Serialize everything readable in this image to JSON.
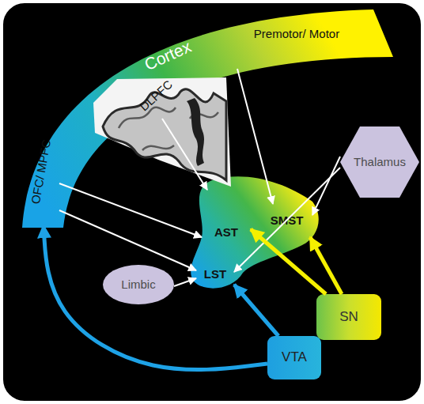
{
  "diagram": {
    "nodes": [
      {
        "text": [
          "Cortex"
        ]
      },
      {
        "text": [
          "OFC/ MPFC"
        ],
        "in": 0
      },
      {
        "text": [
          "DLPFC"
        ],
        "in": 0
      },
      {
        "text": [
          "Premotor/ Motor"
        ],
        "in": 0
      },
      {
        "text": [
          "Thalamus"
        ]
      },
      {
        "text": [
          "AST"
        ]
      },
      {
        "text": [
          "SMST"
        ]
      },
      {
        "text": [
          "LST"
        ]
      },
      {
        "text": [
          "Limbic"
        ]
      },
      {
        "text": [
          "SN"
        ]
      },
      {
        "text": [
          "VTA"
        ]
      }
    ],
    "edges": [
      {
        "from": 3,
        "to": 6,
        "arrow": "to"
      },
      {
        "from": 2,
        "to": 5,
        "arrow": "to"
      },
      {
        "from": 1,
        "to": 5,
        "arrow": "to"
      },
      {
        "from": 1,
        "to": 7,
        "arrow": "to"
      },
      {
        "from": 4,
        "to": 6,
        "arrow": "to"
      },
      {
        "from": 4,
        "to": 7,
        "arrow": "to"
      },
      {
        "from": 8,
        "to": 7,
        "arrow": "to"
      },
      {
        "from": 9,
        "to": 5,
        "arrow": "to"
      },
      {
        "from": 9,
        "to": 6,
        "arrow": "to"
      },
      {
        "from": 10,
        "to": 7,
        "arrow": "to"
      },
      {
        "from": 10,
        "to": 1,
        "arrow": "to"
      }
    ]
  }
}
